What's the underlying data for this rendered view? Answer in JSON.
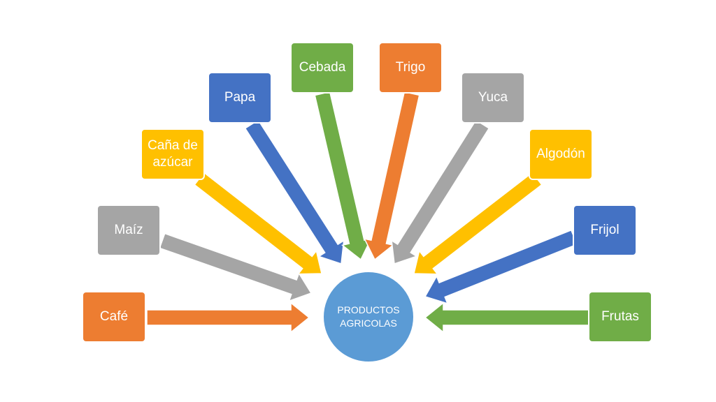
{
  "center": {
    "label": "PRODUCTOS AGRICOLAS",
    "color": "#5b9bd5"
  },
  "nodes": [
    {
      "id": "cafe",
      "label": "Café",
      "color": "#ed7d31"
    },
    {
      "id": "maiz",
      "label": "Maíz",
      "color": "#a5a5a5"
    },
    {
      "id": "cana",
      "label": "Caña de azúcar",
      "color": "#ffc000"
    },
    {
      "id": "papa",
      "label": "Papa",
      "color": "#4472c4"
    },
    {
      "id": "cebada",
      "label": "Cebada",
      "color": "#70ad47"
    },
    {
      "id": "trigo",
      "label": "Trigo",
      "color": "#ed7d31"
    },
    {
      "id": "yuca",
      "label": "Yuca",
      "color": "#a5a5a5"
    },
    {
      "id": "algodon",
      "label": "Algodón",
      "color": "#ffc000"
    },
    {
      "id": "frijol",
      "label": "Frijol",
      "color": "#4472c4"
    },
    {
      "id": "frutas",
      "label": "Frutas",
      "color": "#70ad47"
    }
  ]
}
